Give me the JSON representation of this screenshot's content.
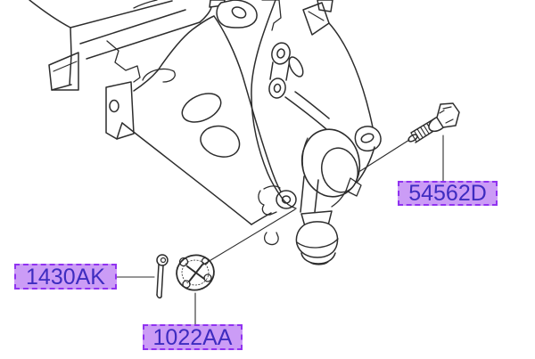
{
  "diagram": {
    "type": "exploded-parts-diagram",
    "subject": "front lower control arm, steering knuckle and ball joint mounting",
    "background_color": "#ffffff",
    "line_color": "#2d2d2d",
    "label_style": {
      "background": "#cb9cf6",
      "border_color": "#9032f0",
      "text_color": "#3e2cc0"
    },
    "parts": [
      {
        "label": "54562D",
        "part": "flange-bolt"
      },
      {
        "label": "1430AK",
        "part": "cotter-pin"
      },
      {
        "label": "1022AA",
        "part": "castle-nut"
      }
    ],
    "components": [
      "subframe-crossmember",
      "lower-control-arm",
      "steering-knuckle",
      "ball-joint",
      "flange-bolt",
      "cotter-pin",
      "castle-nut"
    ]
  }
}
